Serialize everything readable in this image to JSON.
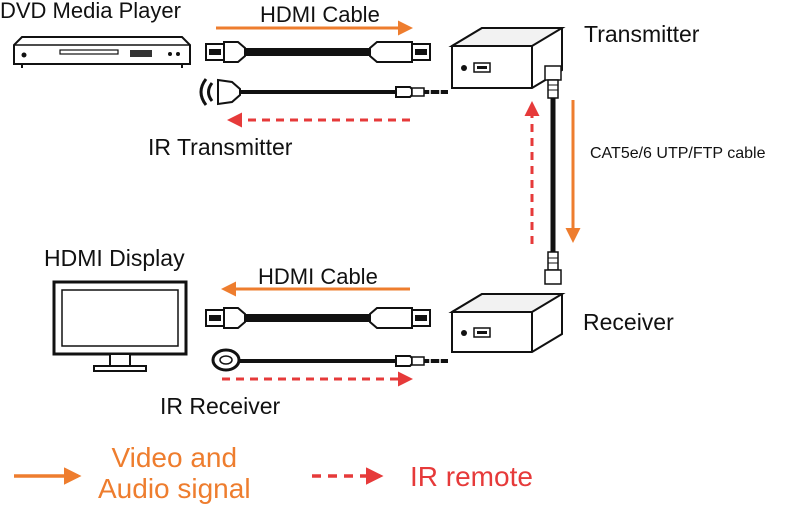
{
  "labels": {
    "dvd_player": "DVD Media Player",
    "hdmi_cable_top": "HDMI Cable",
    "transmitter": "Transmitter",
    "ir_transmitter": "IR Transmitter",
    "cat_cable": "CAT5e/6 UTP/FTP cable",
    "hdmi_display": "HDMI Display",
    "hdmi_cable_bottom": "HDMI Cable",
    "receiver": "Receiver",
    "ir_receiver": "IR Receiver"
  },
  "legend": {
    "video_line1": "Video and",
    "video_line2": "Audio signal",
    "ir_remote": "IR remote"
  },
  "colors": {
    "video_signal": "#ee7d2e",
    "ir_signal": "#e63a3a",
    "cable": "#111111"
  }
}
